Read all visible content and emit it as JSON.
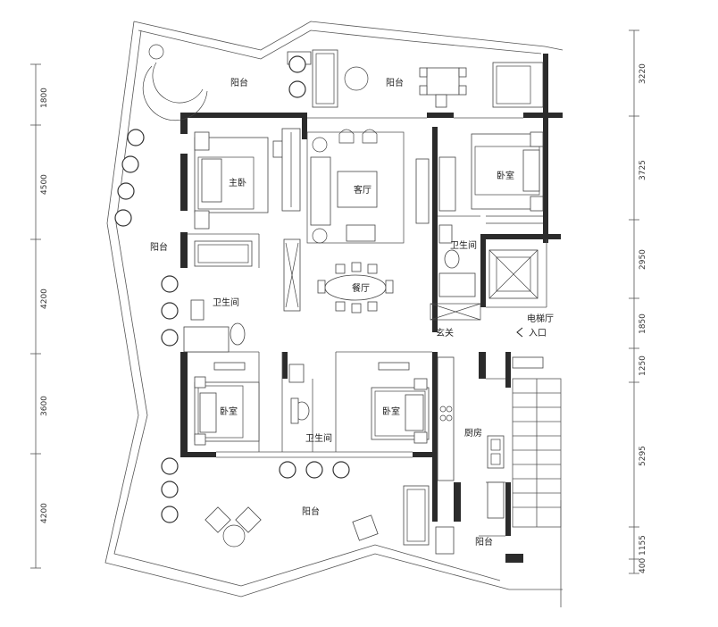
{
  "rooms": {
    "balcony_top_left": "阳台",
    "balcony_top_mid": "阳台",
    "balcony_left": "阳台",
    "balcony_bottom": "阳台",
    "balcony_bottom_right": "阳台",
    "master_bedroom": "主卧",
    "living_room": "客厅",
    "dining_room": "餐厅",
    "bedroom_top_right": "卧室",
    "bedroom_bottom_left": "卧室",
    "bedroom_bottom_mid": "卧室",
    "bathroom_left": "卫生间",
    "bathroom_mid": "卫生间",
    "bathroom_right": "卫生间",
    "foyer": "玄关",
    "elevator_hall": "电梯厅",
    "kitchen": "厨房",
    "entrance": "入口"
  },
  "dimensions": {
    "left": [
      "1800",
      "4500",
      "4200",
      "3600",
      "4200"
    ],
    "right": [
      "3220",
      "3725",
      "2950",
      "1850",
      "1250",
      "5295",
      "1155",
      "400"
    ]
  },
  "icons": {
    "entrance_arrow": "entrance-arrow-icon",
    "tree": "tree-icon"
  }
}
